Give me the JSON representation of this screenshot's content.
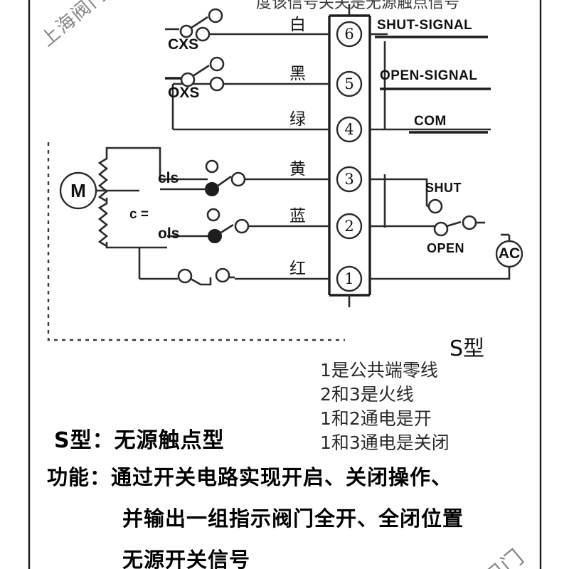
{
  "diagram": {
    "title_fragment_top": "度该信号关夫是无源触点信号",
    "watermark_top_left": "上海阀门",
    "watermark_bottom_right": "阀门",
    "type_label": "S型",
    "terminal_block": {
      "terminals": [
        {
          "number": "6",
          "wire_color_cn": "白",
          "signal": "SHUT-SIGNAL"
        },
        {
          "number": "5",
          "wire_color_cn": "黑",
          "signal": "OPEN-SIGNAL"
        },
        {
          "number": "4",
          "wire_color_cn": "绿",
          "signal": "COM"
        },
        {
          "number": "3",
          "wire_color_cn": "黄",
          "signal": "SHUT"
        },
        {
          "number": "2",
          "wire_color_cn": "蓝",
          "signal": "OPEN"
        },
        {
          "number": "1",
          "wire_color_cn": "红",
          "signal": ""
        }
      ]
    },
    "components": {
      "motor": "M",
      "power_source": "AC",
      "close_limit_switch": "CXS",
      "open_limit_switch": "OXS",
      "close_switch": "cls",
      "open_switch": "ols",
      "capacitor": "c ="
    },
    "notes": [
      "1是公共端零线",
      "2和3是火线",
      "1和2通电是开",
      "1和3通电是关闭"
    ],
    "description": {
      "heading": "S型：无源触点型",
      "lines": [
        "功能：通过开关电路实现开启、关闭操作、",
        "并输出一组指示阀门全开、全闭位置",
        "无源开关信号"
      ]
    }
  }
}
